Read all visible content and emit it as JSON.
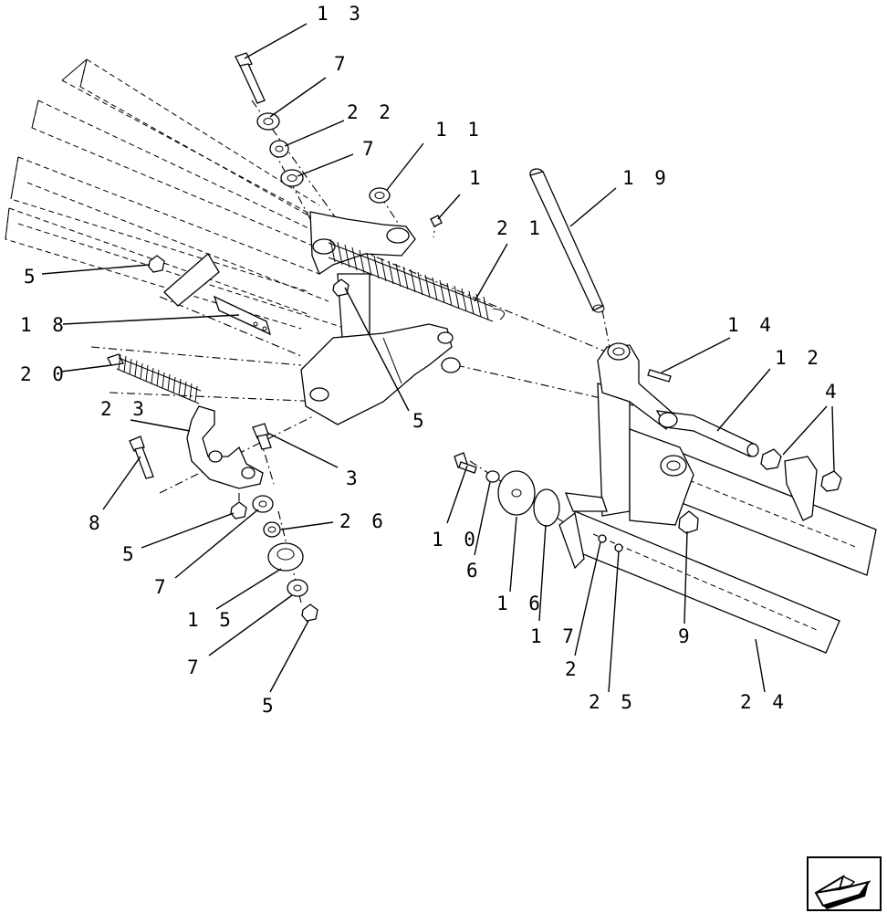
{
  "diagram": {
    "callouts": [
      {
        "id": "c13a",
        "text": "1 3"
      },
      {
        "id": "c7a",
        "text": "7"
      },
      {
        "id": "c22",
        "text": "2 2"
      },
      {
        "id": "c7b",
        "text": "7"
      },
      {
        "id": "c11",
        "text": "1 1"
      },
      {
        "id": "c1",
        "text": "1"
      },
      {
        "id": "c19",
        "text": "1 9"
      },
      {
        "id": "c21",
        "text": "2 1"
      },
      {
        "id": "c5a",
        "text": "5"
      },
      {
        "id": "c18",
        "text": "1 8"
      },
      {
        "id": "c14",
        "text": "1 4"
      },
      {
        "id": "c12",
        "text": "1 2"
      },
      {
        "id": "c20",
        "text": "2 0"
      },
      {
        "id": "c4",
        "text": "4"
      },
      {
        "id": "c23",
        "text": "2 3"
      },
      {
        "id": "c5b",
        "text": "5"
      },
      {
        "id": "c3",
        "text": "3"
      },
      {
        "id": "c8",
        "text": "8"
      },
      {
        "id": "c26",
        "text": "2 6"
      },
      {
        "id": "c10",
        "text": "1 0"
      },
      {
        "id": "c5c",
        "text": "5"
      },
      {
        "id": "c6",
        "text": "6"
      },
      {
        "id": "c7c",
        "text": "7"
      },
      {
        "id": "c16",
        "text": "1 6"
      },
      {
        "id": "c17",
        "text": "1 7"
      },
      {
        "id": "c9",
        "text": "9"
      },
      {
        "id": "c15",
        "text": "1 5"
      },
      {
        "id": "c2",
        "text": "2"
      },
      {
        "id": "c7d",
        "text": "7"
      },
      {
        "id": "c25",
        "text": "2 5"
      },
      {
        "id": "c24",
        "text": "2 4"
      },
      {
        "id": "c5d",
        "text": "5"
      }
    ]
  },
  "navigation": {
    "icon": "arrow-icon"
  }
}
